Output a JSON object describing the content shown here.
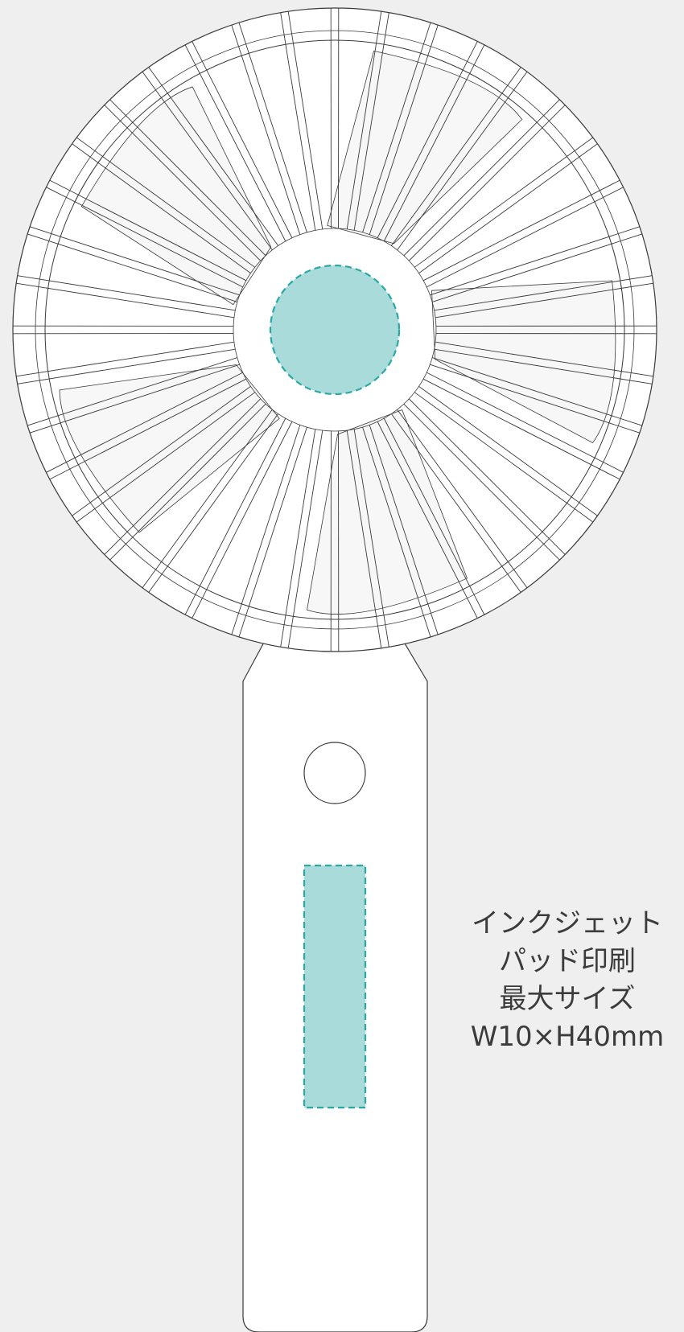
{
  "colors": {
    "background": "#eeefee",
    "outline": "#3a3a3a",
    "body_fill": "#ffffff",
    "print_area_fill": "#a8dbd9",
    "print_area_dash": "#2aa8a6",
    "text": "#3b3b3b"
  },
  "print_label": {
    "method_1": "インクジェット",
    "method_2": "パッド印刷",
    "size_title": "最大サイズ",
    "size_value": "W10×H40mm"
  }
}
